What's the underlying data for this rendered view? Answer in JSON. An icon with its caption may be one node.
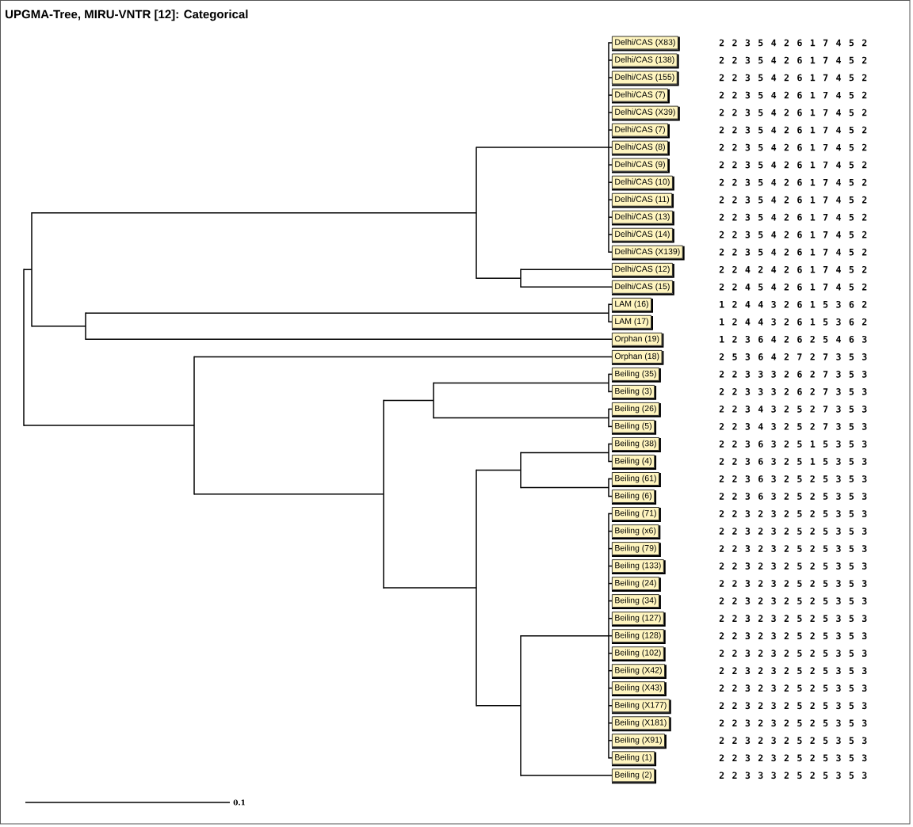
{
  "diagram": {
    "title": "UPGMA-Tree, MIRU-VNTR [12]: Categorical",
    "nodes": [
      {
        "text": [
          "Delhi/CAS (X83)"
        ]
      },
      {
        "text": [
          "Delhi/CAS (138)"
        ]
      },
      {
        "text": [
          "Delhi/CAS (155)"
        ]
      },
      {
        "text": [
          "Delhi/CAS (7)"
        ]
      },
      {
        "text": [
          "Delhi/CAS (X39)"
        ]
      },
      {
        "text": [
          "Delhi/CAS (7)"
        ]
      },
      {
        "text": [
          "Delhi/CAS (8)"
        ]
      },
      {
        "text": [
          "Delhi/CAS (9)"
        ]
      },
      {
        "text": [
          "Delhi/CAS (10)"
        ]
      },
      {
        "text": [
          "Delhi/CAS (11)"
        ]
      },
      {
        "text": [
          "Delhi/CAS (13)"
        ]
      },
      {
        "text": [
          "Delhi/CAS (14)"
        ]
      },
      {
        "text": [
          "Delhi/CAS (X139)"
        ]
      },
      {
        "text": [
          "Delhi/CAS (12)"
        ]
      },
      {
        "text": [
          "Delhi/CAS (15)"
        ]
      },
      {
        "text": [
          "LAM (16)"
        ]
      },
      {
        "text": [
          "LAM (17)"
        ]
      },
      {
        "text": [
          "Orphan (19)"
        ]
      },
      {
        "text": [
          "Orphan (18)"
        ]
      },
      {
        "text": [
          "Beiling (35)"
        ]
      },
      {
        "text": [
          "Beiling (3)"
        ]
      },
      {
        "text": [
          "Beiling (26)"
        ]
      },
      {
        "text": [
          "Beiling (5)"
        ]
      },
      {
        "text": [
          "Beiling (38)"
        ]
      },
      {
        "text": [
          "Beiling (4)"
        ]
      },
      {
        "text": [
          "Beiling (61)"
        ]
      },
      {
        "text": [
          "Beiling (6)"
        ]
      },
      {
        "text": [
          "Beiling (71)"
        ]
      },
      {
        "text": [
          "Beiling (x6)"
        ]
      },
      {
        "text": [
          "Beiling (79)"
        ]
      },
      {
        "text": [
          "Beiling (133)"
        ]
      },
      {
        "text": [
          "Beiling (24)"
        ]
      },
      {
        "text": [
          "Beiling (34)"
        ]
      },
      {
        "text": [
          "Beiling (127)"
        ]
      },
      {
        "text": [
          "Beiling (128)"
        ]
      },
      {
        "text": [
          "Beiling (102)"
        ]
      },
      {
        "text": [
          "Beiling (X42)"
        ]
      },
      {
        "text": [
          "Beiling (X43)"
        ]
      },
      {
        "text": [
          "Beiling (X177)"
        ]
      },
      {
        "text": [
          "Beiling (X181)"
        ]
      },
      {
        "text": [
          "Beiling (X91)"
        ]
      },
      {
        "text": [
          "Beiling (1)"
        ]
      },
      {
        "text": [
          "Beiling (2)"
        ]
      },
      {
        "text": [],
        "shape": "bar"
      },
      {
        "text": [],
        "shape": "bar"
      },
      {
        "text": [],
        "shape": "bar"
      },
      {
        "text": [],
        "shape": "bar"
      },
      {
        "text": [],
        "shape": "bar"
      },
      {
        "text": [],
        "shape": "bar"
      },
      {
        "text": [],
        "shape": "bar"
      },
      {
        "text": [],
        "shape": "bar"
      },
      {
        "text": [],
        "shape": "bar"
      },
      {
        "text": [],
        "shape": "bar"
      },
      {
        "text": [],
        "shape": "bar"
      },
      {
        "text": [],
        "shape": "bar"
      },
      {
        "text": [],
        "shape": "bar"
      },
      {
        "text": [],
        "shape": "bar"
      },
      {
        "text": [],
        "shape": "bar"
      },
      {
        "text": [],
        "shape": "bar"
      },
      {
        "text": [],
        "shape": "bar"
      },
      {
        "text": [],
        "shape": "bar"
      }
    ],
    "edges": [
      {
        "from": 43,
        "to": 44,
        "arrow": "none"
      },
      {
        "from": 43,
        "to": 46,
        "arrow": "none"
      },
      {
        "from": 44,
        "to": 49,
        "arrow": "none"
      },
      {
        "from": 44,
        "to": 45,
        "arrow": "none"
      },
      {
        "from": 45,
        "to": 55,
        "arrow": "none"
      },
      {
        "from": 45,
        "to": 17,
        "arrow": "none"
      },
      {
        "from": 46,
        "to": 18,
        "arrow": "none"
      },
      {
        "from": 46,
        "to": 47,
        "arrow": "none"
      },
      {
        "from": 47,
        "to": 48,
        "arrow": "none"
      },
      {
        "from": 47,
        "to": 50,
        "arrow": "none"
      },
      {
        "from": 48,
        "to": 56,
        "arrow": "none"
      },
      {
        "from": 48,
        "to": 57,
        "arrow": "none"
      },
      {
        "from": 49,
        "to": 54,
        "arrow": "none"
      },
      {
        "from": 49,
        "to": 51,
        "arrow": "none"
      },
      {
        "from": 50,
        "to": 52,
        "arrow": "none"
      },
      {
        "from": 50,
        "to": 53,
        "arrow": "none"
      },
      {
        "from": 51,
        "to": 13,
        "arrow": "none"
      },
      {
        "from": 51,
        "to": 14,
        "arrow": "none"
      },
      {
        "from": 52,
        "to": 58,
        "arrow": "none"
      },
      {
        "from": 52,
        "to": 59,
        "arrow": "none"
      },
      {
        "from": 53,
        "to": 60,
        "arrow": "none"
      },
      {
        "from": 53,
        "to": 42,
        "arrow": "none"
      },
      {
        "from": 54,
        "to": 0,
        "arrow": "none"
      },
      {
        "from": 54,
        "to": 1,
        "arrow": "none"
      },
      {
        "from": 54,
        "to": 2,
        "arrow": "none"
      },
      {
        "from": 54,
        "to": 3,
        "arrow": "none"
      },
      {
        "from": 54,
        "to": 4,
        "arrow": "none"
      },
      {
        "from": 54,
        "to": 5,
        "arrow": "none"
      },
      {
        "from": 54,
        "to": 6,
        "arrow": "none"
      },
      {
        "from": 54,
        "to": 7,
        "arrow": "none"
      },
      {
        "from": 54,
        "to": 8,
        "arrow": "none"
      },
      {
        "from": 54,
        "to": 9,
        "arrow": "none"
      },
      {
        "from": 54,
        "to": 10,
        "arrow": "none"
      },
      {
        "from": 54,
        "to": 11,
        "arrow": "none"
      },
      {
        "from": 54,
        "to": 12,
        "arrow": "none"
      },
      {
        "from": 55,
        "to": 15,
        "arrow": "none"
      },
      {
        "from": 55,
        "to": 16,
        "arrow": "none"
      },
      {
        "from": 56,
        "to": 19,
        "arrow": "none"
      },
      {
        "from": 56,
        "to": 20,
        "arrow": "none"
      },
      {
        "from": 57,
        "to": 21,
        "arrow": "none"
      },
      {
        "from": 57,
        "to": 22,
        "arrow": "none"
      },
      {
        "from": 58,
        "to": 23,
        "arrow": "none"
      },
      {
        "from": 58,
        "to": 24,
        "arrow": "none"
      },
      {
        "from": 59,
        "to": 25,
        "arrow": "none"
      },
      {
        "from": 59,
        "to": 26,
        "arrow": "none"
      },
      {
        "from": 60,
        "to": 27,
        "arrow": "none"
      },
      {
        "from": 60,
        "to": 28,
        "arrow": "none"
      },
      {
        "from": 60,
        "to": 29,
        "arrow": "none"
      },
      {
        "from": 60,
        "to": 30,
        "arrow": "none"
      },
      {
        "from": 60,
        "to": 31,
        "arrow": "none"
      },
      {
        "from": 60,
        "to": 32,
        "arrow": "none"
      },
      {
        "from": 60,
        "to": 33,
        "arrow": "none"
      },
      {
        "from": 60,
        "to": 34,
        "arrow": "none"
      },
      {
        "from": 60,
        "to": 35,
        "arrow": "none"
      },
      {
        "from": 60,
        "to": 36,
        "arrow": "none"
      },
      {
        "from": 60,
        "to": 37,
        "arrow": "none"
      },
      {
        "from": 60,
        "to": 38,
        "arrow": "none"
      },
      {
        "from": 60,
        "to": 39,
        "arrow": "none"
      },
      {
        "from": 60,
        "to": 40,
        "arrow": "none"
      },
      {
        "from": 60,
        "to": 41,
        "arrow": "none"
      }
    ],
    "labels": [
      "2 2 3 5 4 2 6 1 7 4 5 2",
      "2 2 3 5 4 2 6 1 7 4 5 2",
      "2 2 3 5 4 2 6 1 7 4 5 2",
      "2 2 3 5 4 2 6 1 7 4 5 2",
      "2 2 3 5 4 2 6 1 7 4 5 2",
      "2 2 3 5 4 2 6 1 7 4 5 2",
      "2 2 3 5 4 2 6 1 7 4 5 2",
      "2 2 3 5 4 2 6 1 7 4 5 2",
      "2 2 3 5 4 2 6 1 7 4 5 2",
      "2 2 3 5 4 2 6 1 7 4 5 2",
      "2 2 3 5 4 2 6 1 7 4 5 2",
      "2 2 3 5 4 2 6 1 7 4 5 2",
      "2 2 3 5 4 2 6 1 7 4 5 2",
      "2 2 4 2 4 2 6 1 7 4 5 2",
      "2 2 4 5 4 2 6 1 7 4 5 2",
      "1 2 4 4 3 2 6 1 5 3 6 2",
      "1 2 4 4 3 2 6 1 5 3 6 2",
      "1 2 3 6 4 2 6 2 5 4 6 3",
      "2 5 3 6 4 2 7 2 7 3 5 3",
      "2 2 3 3 3 2 6 2 7 3 5 3",
      "2 2 3 3 3 2 6 2 7 3 5 3",
      "2 2 3 4 3 2 5 2 7 3 5 3",
      "2 2 3 4 3 2 5 2 7 3 5 3",
      "2 2 3 6 3 2 5 1 5 3 5 3",
      "2 2 3 6 3 2 5 1 5 3 5 3",
      "2 2 3 6 3 2 5 2 5 3 5 3",
      "2 2 3 6 3 2 5 2 5 3 5 3",
      "2 2 3 2 3 2 5 2 5 3 5 3",
      "2 2 3 2 3 2 5 2 5 3 5 3",
      "2 2 3 2 3 2 5 2 5 3 5 3",
      "2 2 3 2 3 2 5 2 5 3 5 3",
      "2 2 3 2 3 2 5 2 5 3 5 3",
      "2 2 3 2 3 2 5 2 5 3 5 3",
      "2 2 3 2 3 2 5 2 5 3 5 3",
      "2 2 3 2 3 2 5 2 5 3 5 3",
      "2 2 3 2 3 2 5 2 5 3 5 3",
      "2 2 3 2 3 2 5 2 5 3 5 3",
      "2 2 3 2 3 2 5 2 5 3 5 3",
      "2 2 3 2 3 2 5 2 5 3 5 3",
      "2 2 3 2 3 2 5 2 5 3 5 3",
      "2 2 3 2 3 2 5 2 5 3 5 3",
      "2 2 3 2 3 2 5 2 5 3 5 3",
      "2 2 3 3 3 2 5 2 5 3 5 3",
      "0.1"
    ]
  }
}
